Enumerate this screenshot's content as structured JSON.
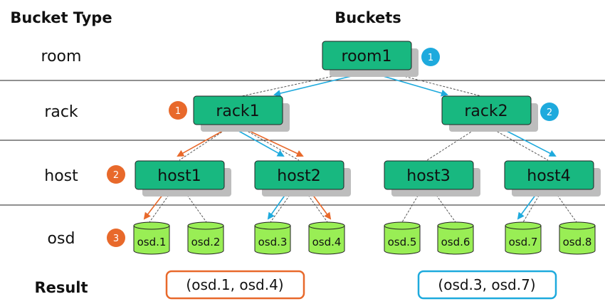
{
  "headers": {
    "bucket_type": "Bucket Type",
    "buckets": "Buckets"
  },
  "levels": {
    "room": "room",
    "rack": "rack",
    "host": "host",
    "osd": "osd",
    "result": "Result"
  },
  "nodes": {
    "room1": "room1",
    "rack1": "rack1",
    "rack2": "rack2",
    "host1": "host1",
    "host2": "host2",
    "host3": "host3",
    "host4": "host4"
  },
  "osds": [
    "osd.1",
    "osd.2",
    "osd.3",
    "osd.4",
    "osd.5",
    "osd.6",
    "osd.7",
    "osd.8"
  ],
  "badges": {
    "orange_rack": "1",
    "orange_host": "2",
    "orange_osd": "3",
    "blue_room": "1",
    "blue_rack": "2"
  },
  "results": {
    "orange": "(osd.1, osd.4)",
    "blue": "(osd.3, osd.7)"
  },
  "colors": {
    "node_fill": "#18b880",
    "osd_fill": "#99ee55",
    "orange": "#e8692b",
    "blue": "#1eaadd",
    "separator": "#222222",
    "shadow": "#bdbdbd"
  }
}
